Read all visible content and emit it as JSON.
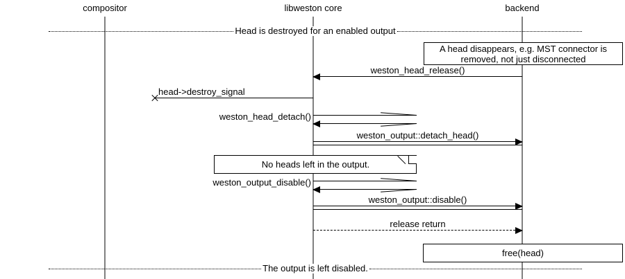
{
  "diagram": {
    "title_caption_top": "Head is destroyed for an enabled output",
    "title_caption_bottom": "The output is left disabled."
  },
  "lifelines": [
    {
      "name": "compositor",
      "label": "compositor"
    },
    {
      "name": "libweston-core",
      "label": "libweston core"
    },
    {
      "name": "backend",
      "label": "backend"
    }
  ],
  "notes": [
    {
      "name": "head-disappears-note",
      "line1": "A head disappears, e.g. MST connector is",
      "line2": "removed, not just disconnected"
    },
    {
      "name": "no-heads-left-note",
      "text": "No heads left in the output."
    },
    {
      "name": "free-head-box",
      "text": "free(head)"
    }
  ],
  "messages": [
    {
      "name": "weston-head-release",
      "label": "weston_head_release()"
    },
    {
      "name": "head-destroy-signal",
      "label": "head->destroy_signal"
    },
    {
      "name": "weston-head-detach",
      "label": "weston_head_detach()"
    },
    {
      "name": "weston-output-detach-head",
      "label": "weston_output::detach_head()"
    },
    {
      "name": "weston-output-disable-self",
      "label": "weston_output_disable()"
    },
    {
      "name": "weston-output-disable",
      "label": "weston_output::disable()"
    },
    {
      "name": "release-return",
      "label": "release return"
    }
  ],
  "colors": {
    "ink": "#000000",
    "paper": "#ffffff"
  }
}
